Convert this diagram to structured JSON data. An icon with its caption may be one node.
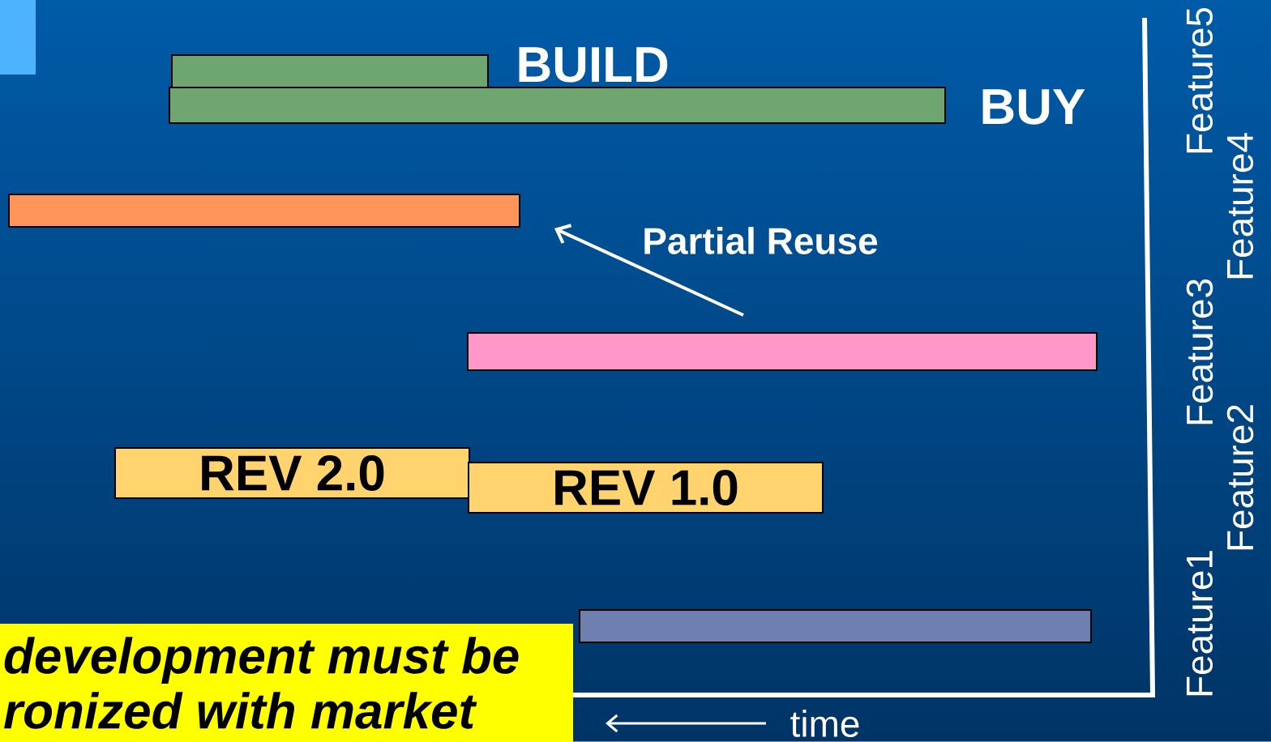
{
  "diagram": {
    "nodes": [
      {
        "text": [],
        "shape": "bar",
        "beside": [
          "BUILD"
        ]
      },
      {
        "text": [],
        "shape": "bar",
        "beside": [
          "BUY"
        ]
      },
      {
        "text": [],
        "shape": "bar"
      },
      {
        "text": [],
        "shape": "bar"
      },
      {
        "text": [
          "REV 2.0"
        ]
      },
      {
        "text": [
          "REV 1.0"
        ]
      },
      {
        "text": [],
        "shape": "bar"
      },
      {
        "text": [
          "development must be ronized with market"
        ]
      }
    ],
    "edges": [
      {
        "from": 3,
        "to": 2,
        "arrow": "to",
        "label": "Partial Reuse"
      }
    ],
    "labels": [
      "Feature5",
      "Feature4",
      "Feature3",
      "Feature2",
      "Feature1",
      "time"
    ]
  }
}
